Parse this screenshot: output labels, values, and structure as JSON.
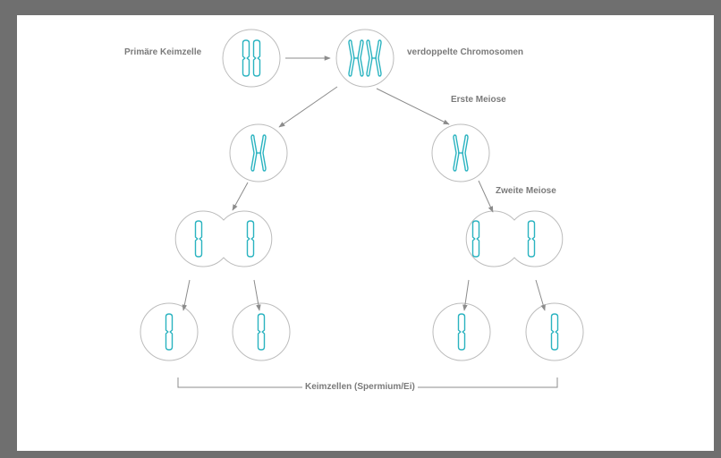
{
  "colors": {
    "background": "#6f6f6f",
    "panel": "#ffffff",
    "chromosome": "#2ab3c0",
    "cell_outline": "#bcbcbc",
    "arrow": "#8c8c8c",
    "label": "#7a7a7a"
  },
  "labels": {
    "primary_cell": "Primäre Keimzelle",
    "duplicated": "verdoppelte Chromosomen",
    "meiosis_1": "Erste Meiose",
    "meiosis_2": "Zweite Meiose",
    "gametes": "Keimzellen (Spermium/Ei)"
  },
  "stages": [
    {
      "name": "primary-cell",
      "chromosomes": "2 single chromatids"
    },
    {
      "name": "duplicated-cell",
      "chromosomes": "2 duplicated chromosomes"
    },
    {
      "name": "meiosis-1-cells",
      "count": 2,
      "chromosomes": "1 duplicated chromosome each"
    },
    {
      "name": "meiosis-2-dividing-cells",
      "count": 2,
      "chromosomes": "2 single chromatids each"
    },
    {
      "name": "gamete-cells",
      "count": 4,
      "chromosomes": "1 single chromatid each"
    }
  ]
}
